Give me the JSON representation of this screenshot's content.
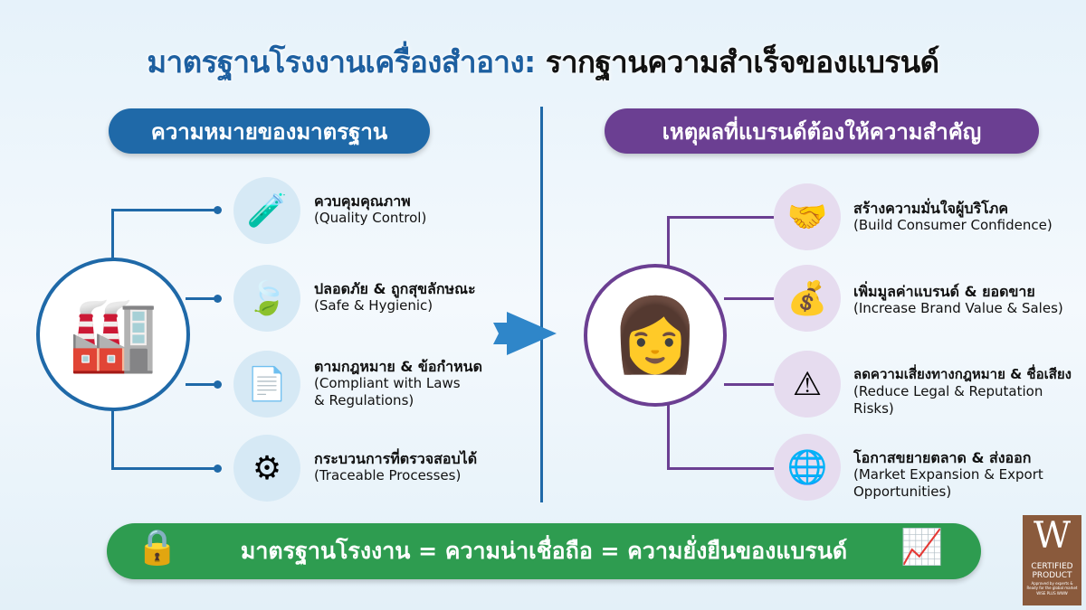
{
  "title": {
    "part1": "มาตรฐานโรงงานเครื่องสำอาง:",
    "part2": " รากฐานความสำเร็จของแบรนด์"
  },
  "left": {
    "heading": "ความหมายของมาตรฐาน",
    "items": [
      {
        "icon": "flask-magnifier-icon",
        "th": "ควบคุมคุณภาพ",
        "en": "(Quality Control)"
      },
      {
        "icon": "leaf-droplet-icon",
        "th": "ปลอดภัย & ถูกสุขลักษณะ",
        "en": "(Safe & Hygienic)"
      },
      {
        "icon": "document-stamp-icon",
        "th": "ตามกฎหมาย & ข้อกำหนด",
        "en": "(Compliant with Laws\n& Regulations)"
      },
      {
        "icon": "production-line-icon",
        "th": "กระบวนการที่ตรวจสอบได้",
        "en": "(Traceable Processes)"
      }
    ]
  },
  "right": {
    "heading": "เหตุผลที่แบรนด์ต้องให้ความสำคัญ",
    "items": [
      {
        "icon": "handshake-thumbsup-icon",
        "th": "สร้างความมั่นใจผู้บริโภค",
        "en": "(Build Consumer Confidence)"
      },
      {
        "icon": "coins-growth-icon",
        "th": "เพิ่มมูลค่าแบรนด์ & ยอดขาย",
        "en": "(Increase Brand Value & Sales)"
      },
      {
        "icon": "broken-chain-warning-icon",
        "th": "ลดความเสี่ยงทางกฎหมาย & ชื่อเสียง",
        "en": "(Reduce Legal & Reputation Risks)"
      },
      {
        "icon": "globe-arrow-icon",
        "th": "โอกาสขยายตลาด & ส่งออก",
        "en": "(Market Expansion & Export\nOpportunities)"
      }
    ]
  },
  "bottom": {
    "text": "มาตรฐานโรงงาน = ความน่าเชื่อถือ = ความยั่งยืนของแบรนด์"
  },
  "logo": {
    "letter": "W",
    "line1": "CERTIFIED",
    "line2": "PRODUCT",
    "tagline": "Approved by experts & Ready for the global market",
    "brand": "WISE PLUS WWW"
  },
  "colors": {
    "blue": "#1f69a8",
    "purple": "#6b3f92",
    "green": "#2e9c50",
    "logo": "#8a5a3c"
  }
}
